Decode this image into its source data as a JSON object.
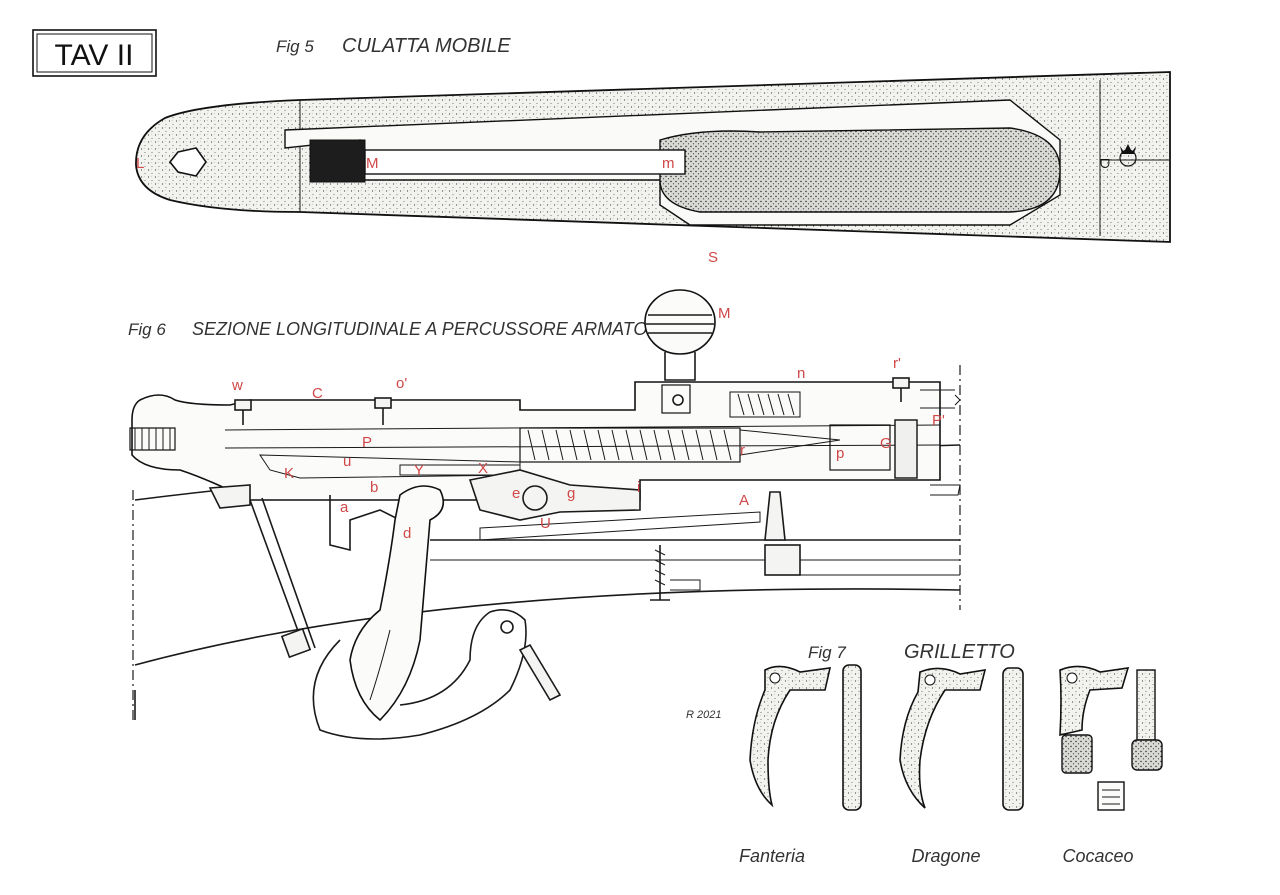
{
  "plate_label": "TAV II",
  "figures": {
    "fig5": {
      "number": "Fig 5",
      "title": "CULATTA MOBILE",
      "labels": {
        "L": "L",
        "M": "M",
        "m": "m",
        "S": "S"
      }
    },
    "fig6": {
      "number": "Fig 6",
      "title": "SEZIONE LONGITUDINALE A PERCUSSORE ARMATO",
      "labels": {
        "M": "M",
        "n": "n",
        "r1": "r'",
        "w": "w",
        "C": "C",
        "o1": "o'",
        "P": "P",
        "p": "p",
        "r": "r",
        "G": "G",
        "p1": "P'",
        "u": "u",
        "K": "K",
        "Y": "Y",
        "X": "X",
        "b": "b",
        "a": "a",
        "e": "e",
        "g": "g",
        "i": "i",
        "A": "A",
        "U": "U",
        "d": "d"
      }
    },
    "fig7": {
      "number": "Fig 7",
      "title": "GRILLETTO",
      "variants": [
        "Fanteria",
        "Dragone",
        "Cocaceo"
      ]
    }
  },
  "signature": "R 2021"
}
